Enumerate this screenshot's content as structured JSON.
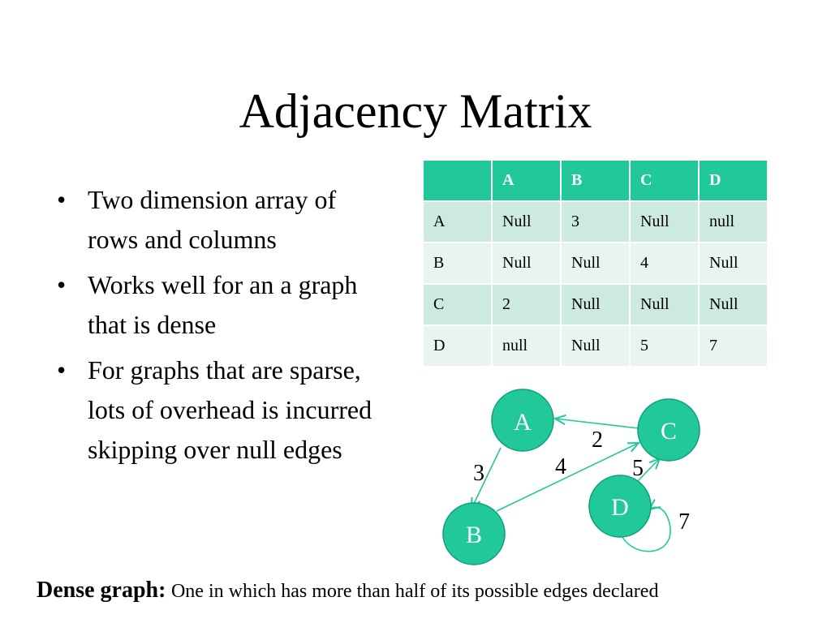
{
  "title": "Adjacency Matrix",
  "bullets": [
    "Two dimension array of rows and columns",
    "Works well for an a graph that is dense",
    "For graphs that are sparse, lots of overhead is incurred skipping over null edges"
  ],
  "bullet_symbol": "•",
  "matrix": {
    "headers": [
      "",
      "A",
      "B",
      "C",
      "D"
    ],
    "rows": [
      [
        "A",
        "Null",
        "3",
        "Null",
        "null"
      ],
      [
        "B",
        "Null",
        "Null",
        "4",
        "Null"
      ],
      [
        "C",
        "2",
        "Null",
        "Null",
        "Null"
      ],
      [
        "D",
        "null",
        "Null",
        "5",
        "7"
      ]
    ]
  },
  "graph": {
    "nodes": [
      "A",
      "B",
      "C",
      "D"
    ],
    "edges": [
      {
        "from": "A",
        "to": "B",
        "weight": "3"
      },
      {
        "from": "B",
        "to": "C",
        "weight": "4"
      },
      {
        "from": "C",
        "to": "A",
        "weight": "2"
      },
      {
        "from": "D",
        "to": "C",
        "weight": "5"
      },
      {
        "from": "D",
        "to": "D",
        "weight": "7"
      }
    ],
    "colors": {
      "node_fill": "#20c89a",
      "node_stroke": "#0e9f78",
      "edge": "#20c89a",
      "node_text": "#ffffff"
    }
  },
  "footer": {
    "term": "Dense graph:",
    "definition": "One in which has more than half of its possible edges declared"
  }
}
